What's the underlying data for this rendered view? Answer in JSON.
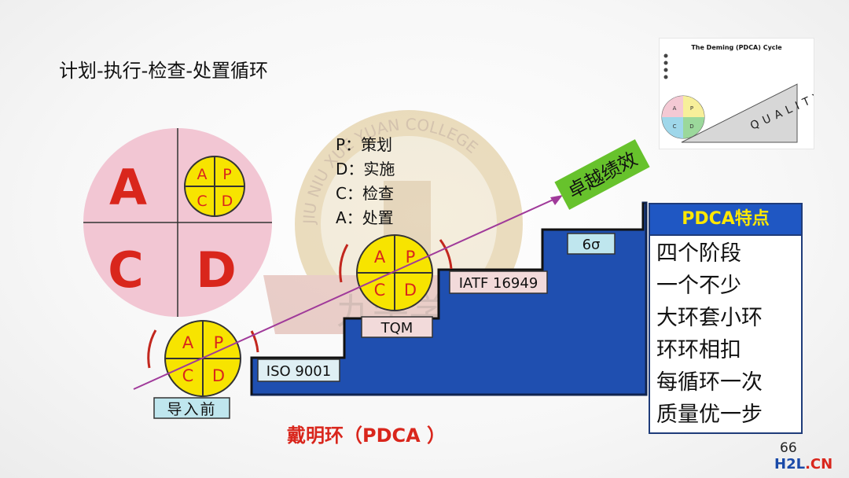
{
  "title": "计划-执行-检查-处置循环",
  "big_cycle": {
    "a": "A",
    "c": "C",
    "d": "D"
  },
  "mini_cycle": {
    "a": "A",
    "p": "P",
    "c": "C",
    "d": "D"
  },
  "legend": [
    {
      "key": "P",
      "sep": "：",
      "text": "策划"
    },
    {
      "key": "D",
      "sep": "：",
      "text": "实施"
    },
    {
      "key": "C",
      "sep": "：",
      "text": "检查"
    },
    {
      "key": "A",
      "sep": "：",
      "text": "处置"
    }
  ],
  "steps": {
    "before": "导入前",
    "iso": "ISO 9001",
    "tqm": "TQM",
    "iatf": "IATF 16949",
    "sigma": "6σ"
  },
  "arrow_label": "卓越绩效",
  "caption": "戴明环（PDCA  ）",
  "panel": {
    "title": "PDCA特点",
    "items": [
      "四个阶段",
      "一个不少",
      "大环套小环",
      "环环相扣",
      "每循环一次",
      "质量优一步"
    ]
  },
  "thumbnail": {
    "title": "The Deming (PDCA) Cycle",
    "quality": "QUALITY",
    "cells": {
      "p": "P",
      "a": "A",
      "c": "C",
      "d": "D"
    }
  },
  "watermark": {
    "college": "JIU NIU XUE YUAN COLLEGE",
    "cn": "九牛学院"
  },
  "page_number": "66",
  "site": {
    "part1": "H2L",
    "part2": ".CN"
  },
  "colors": {
    "stairs": "#1f4fb0",
    "pink_circle": "#f2c6d3",
    "yellow": "#f7e400",
    "red_letter": "#d9261c",
    "green_banner": "#67c22c",
    "panel_header": "#1f57c3",
    "arrow": "#a03a9a"
  }
}
